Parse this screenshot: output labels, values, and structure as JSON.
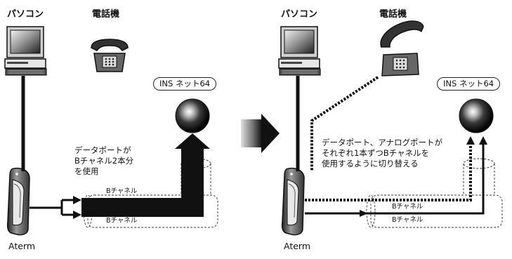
{
  "left_panel": {
    "pc_label": "パソコン",
    "phone_label": "電話機",
    "ins_label": "INS ネット64",
    "router_label": "Aterm",
    "note_lines": [
      "データポートが",
      "Bチャネル2本分",
      "を使用"
    ],
    "channel_top": "Bチャネル",
    "channel_bottom": "Bチャネル"
  },
  "right_panel": {
    "pc_label": "パソコン",
    "phone_label": "電話機",
    "ins_label": "INS ネット64",
    "router_label": "Aterm",
    "note_lines": [
      "データポート、アナログポートが",
      "それぞれ1本ずつBチャネルを",
      "使用するように切り替える"
    ],
    "channel_top": "Bチャネル",
    "channel_bottom": "Bチャネル"
  },
  "colors": {
    "line": "#111111",
    "arrow_grad_start": "#d9d9d9",
    "arrow_grad_end": "#111111"
  },
  "icons": [
    "desktop-pc-icon",
    "desk-phone-icon",
    "phone-off-hook-icon",
    "ins-sphere-icon",
    "aterm-router-icon",
    "transition-arrow-icon"
  ]
}
